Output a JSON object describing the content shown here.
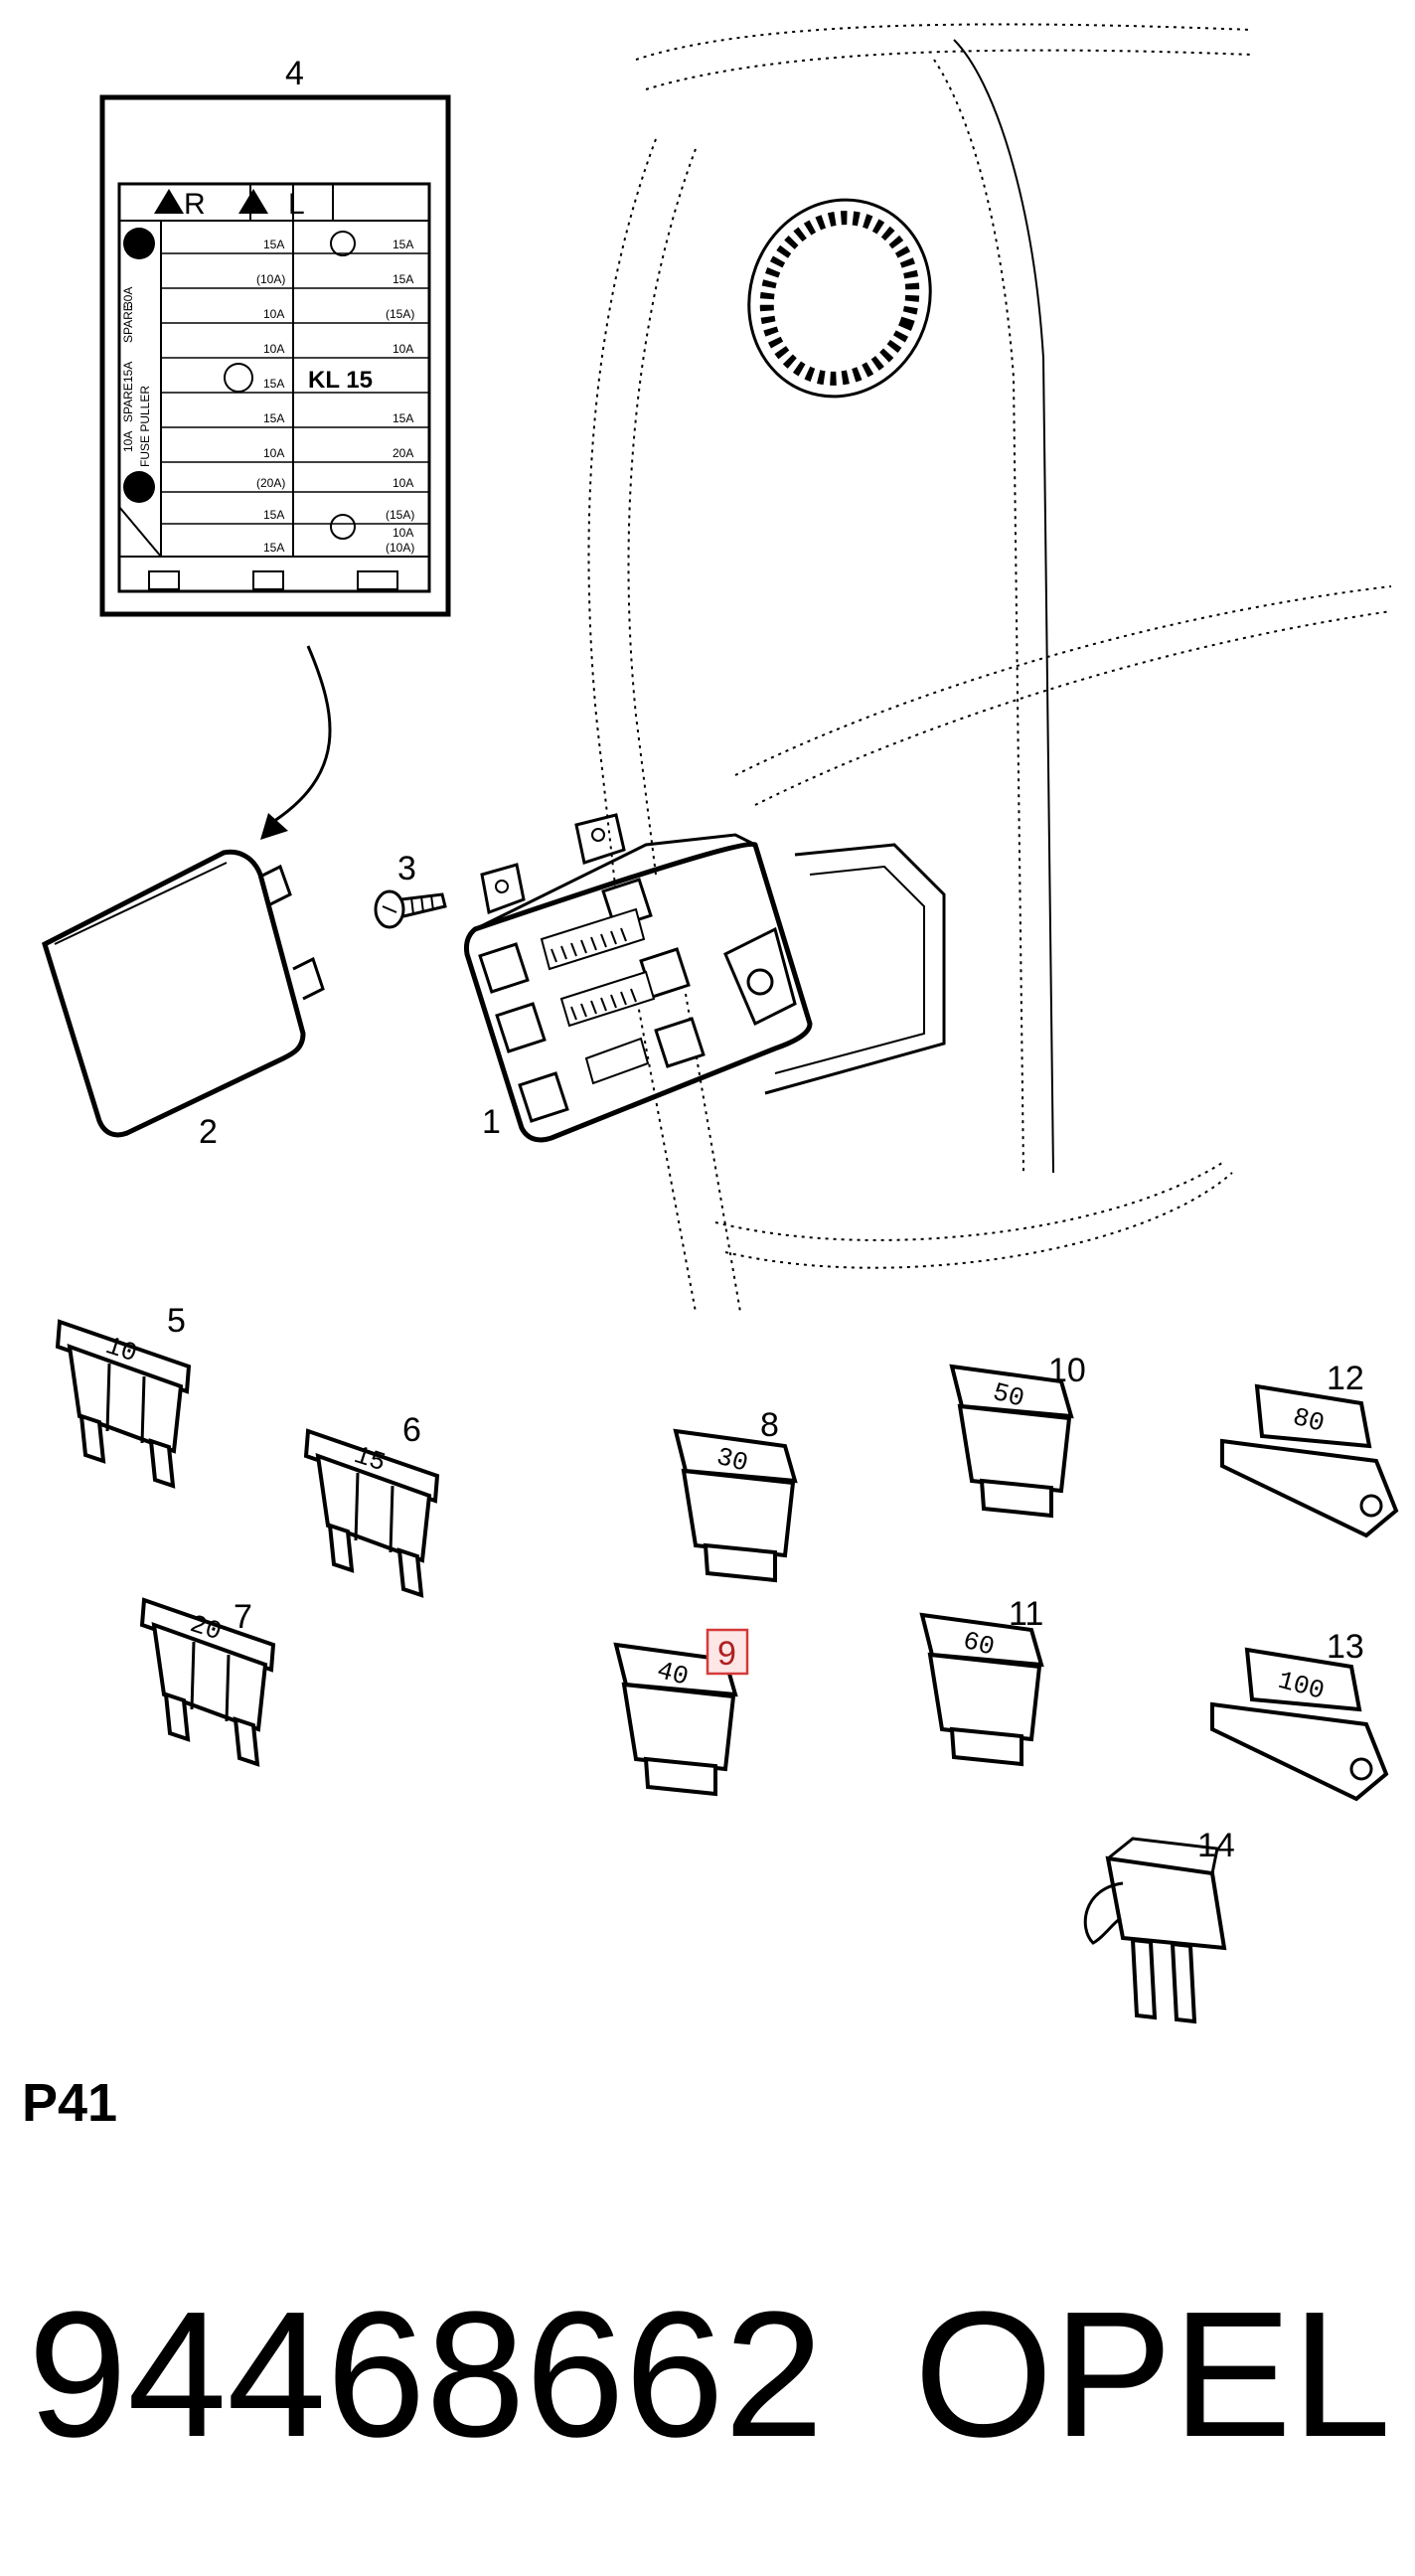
{
  "page_code": "P41",
  "part_number": "94468662",
  "brand": "OPEL",
  "highlight": {
    "color": "#d43a3a",
    "fill": "#fde6e6",
    "callout": "9"
  },
  "callouts": {
    "c1": "1",
    "c2": "2",
    "c3": "3",
    "c4": "4",
    "c5": "5",
    "c6": "6",
    "c7": "7",
    "c8": "8",
    "c9": "9",
    "c10": "10",
    "c11": "11",
    "c12": "12",
    "c13": "13",
    "c14": "14"
  },
  "fuses": {
    "f5": "10",
    "f6": "15",
    "f7": "20",
    "f8": "30",
    "f9": "40",
    "f10": "50",
    "f11": "60",
    "f12": "80",
    "f13": "100"
  },
  "label_chart": {
    "header": [
      "R",
      "L"
    ],
    "kl15": "KL 15",
    "ratings": [
      "15A",
      "15A",
      "(10A)",
      "15A",
      "10A",
      "(15A)",
      "10A",
      "10A",
      "15A",
      "15A",
      "15A",
      "20A",
      "10A",
      "10A",
      "(20A)",
      "(15A)",
      "15A",
      "(10A)",
      "15A",
      "10A"
    ],
    "side": [
      "30A",
      "SPARE",
      "15A",
      "SPARE",
      "FUSE PULLER",
      "10A"
    ]
  },
  "icons": [
    "fuse-box-icon",
    "cover-icon",
    "screw-icon",
    "label-chart-icon",
    "blade-fuse-icon",
    "maxi-fuse-icon",
    "relay-icon"
  ]
}
